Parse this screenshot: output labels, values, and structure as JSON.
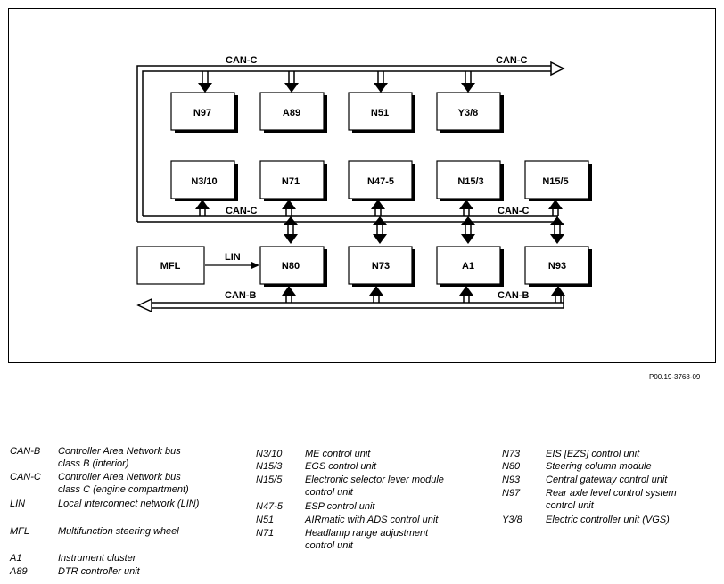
{
  "diagram": {
    "units": {
      "n97": "N97",
      "a89": "A89",
      "n51": "N51",
      "y3_8": "Y3/8",
      "n3_10": "N3/10",
      "n71": "N71",
      "n47_5": "N47-5",
      "n15_3": "N15/3",
      "n15_5": "N15/5",
      "mfl": "MFL",
      "n80": "N80",
      "n73": "N73",
      "a1": "A1",
      "n93": "N93"
    },
    "bus_labels": {
      "canc_top_left": "CAN-C",
      "canc_top_right": "CAN-C",
      "canc_mid_left": "CAN-C",
      "canc_mid_right": "CAN-C",
      "lin": "LIN",
      "canb_left": "CAN-B",
      "canb_right": "CAN-B"
    }
  },
  "figure_id": "P00.19-3768-09",
  "legend": {
    "col1": [
      {
        "abbr": "CAN-B",
        "desc": [
          "Controller Area Network bus",
          "class B (interior)"
        ]
      },
      {
        "abbr": "CAN-C",
        "desc": [
          "Controller Area Network bus",
          "class C (engine compartment)"
        ]
      },
      {
        "abbr": "LIN",
        "desc": [
          "Local interconnect network (LIN)"
        ]
      },
      {
        "abbr": "MFL",
        "desc": [
          "Multifunction steering wheel"
        ]
      },
      {
        "abbr": "A1",
        "desc": [
          "Instrument cluster"
        ]
      },
      {
        "abbr": "A89",
        "desc": [
          "DTR controller unit"
        ]
      }
    ],
    "col2": [
      {
        "abbr": "N3/10",
        "desc": [
          "ME control unit"
        ]
      },
      {
        "abbr": "N15/3",
        "desc": [
          "EGS control unit"
        ]
      },
      {
        "abbr": "N15/5",
        "desc": [
          "Electronic selector lever module",
          "control unit"
        ]
      },
      {
        "abbr": "N47-5",
        "desc": [
          "ESP control unit"
        ]
      },
      {
        "abbr": "N51",
        "desc": [
          "AIRmatic with ADS control unit"
        ]
      },
      {
        "abbr": "N71",
        "desc": [
          "Headlamp range adjustment",
          "control unit"
        ]
      }
    ],
    "col3": [
      {
        "abbr": "N73",
        "desc": [
          "EIS [EZS] control unit"
        ]
      },
      {
        "abbr": "N80",
        "desc": [
          "Steering column module"
        ]
      },
      {
        "abbr": "N93",
        "desc": [
          "Central gateway control unit"
        ]
      },
      {
        "abbr": "N97",
        "desc": [
          "Rear axle level control system",
          "control unit"
        ]
      },
      {
        "abbr": "Y3/8",
        "desc": [
          "Electric controller unit (VGS)"
        ]
      }
    ]
  }
}
